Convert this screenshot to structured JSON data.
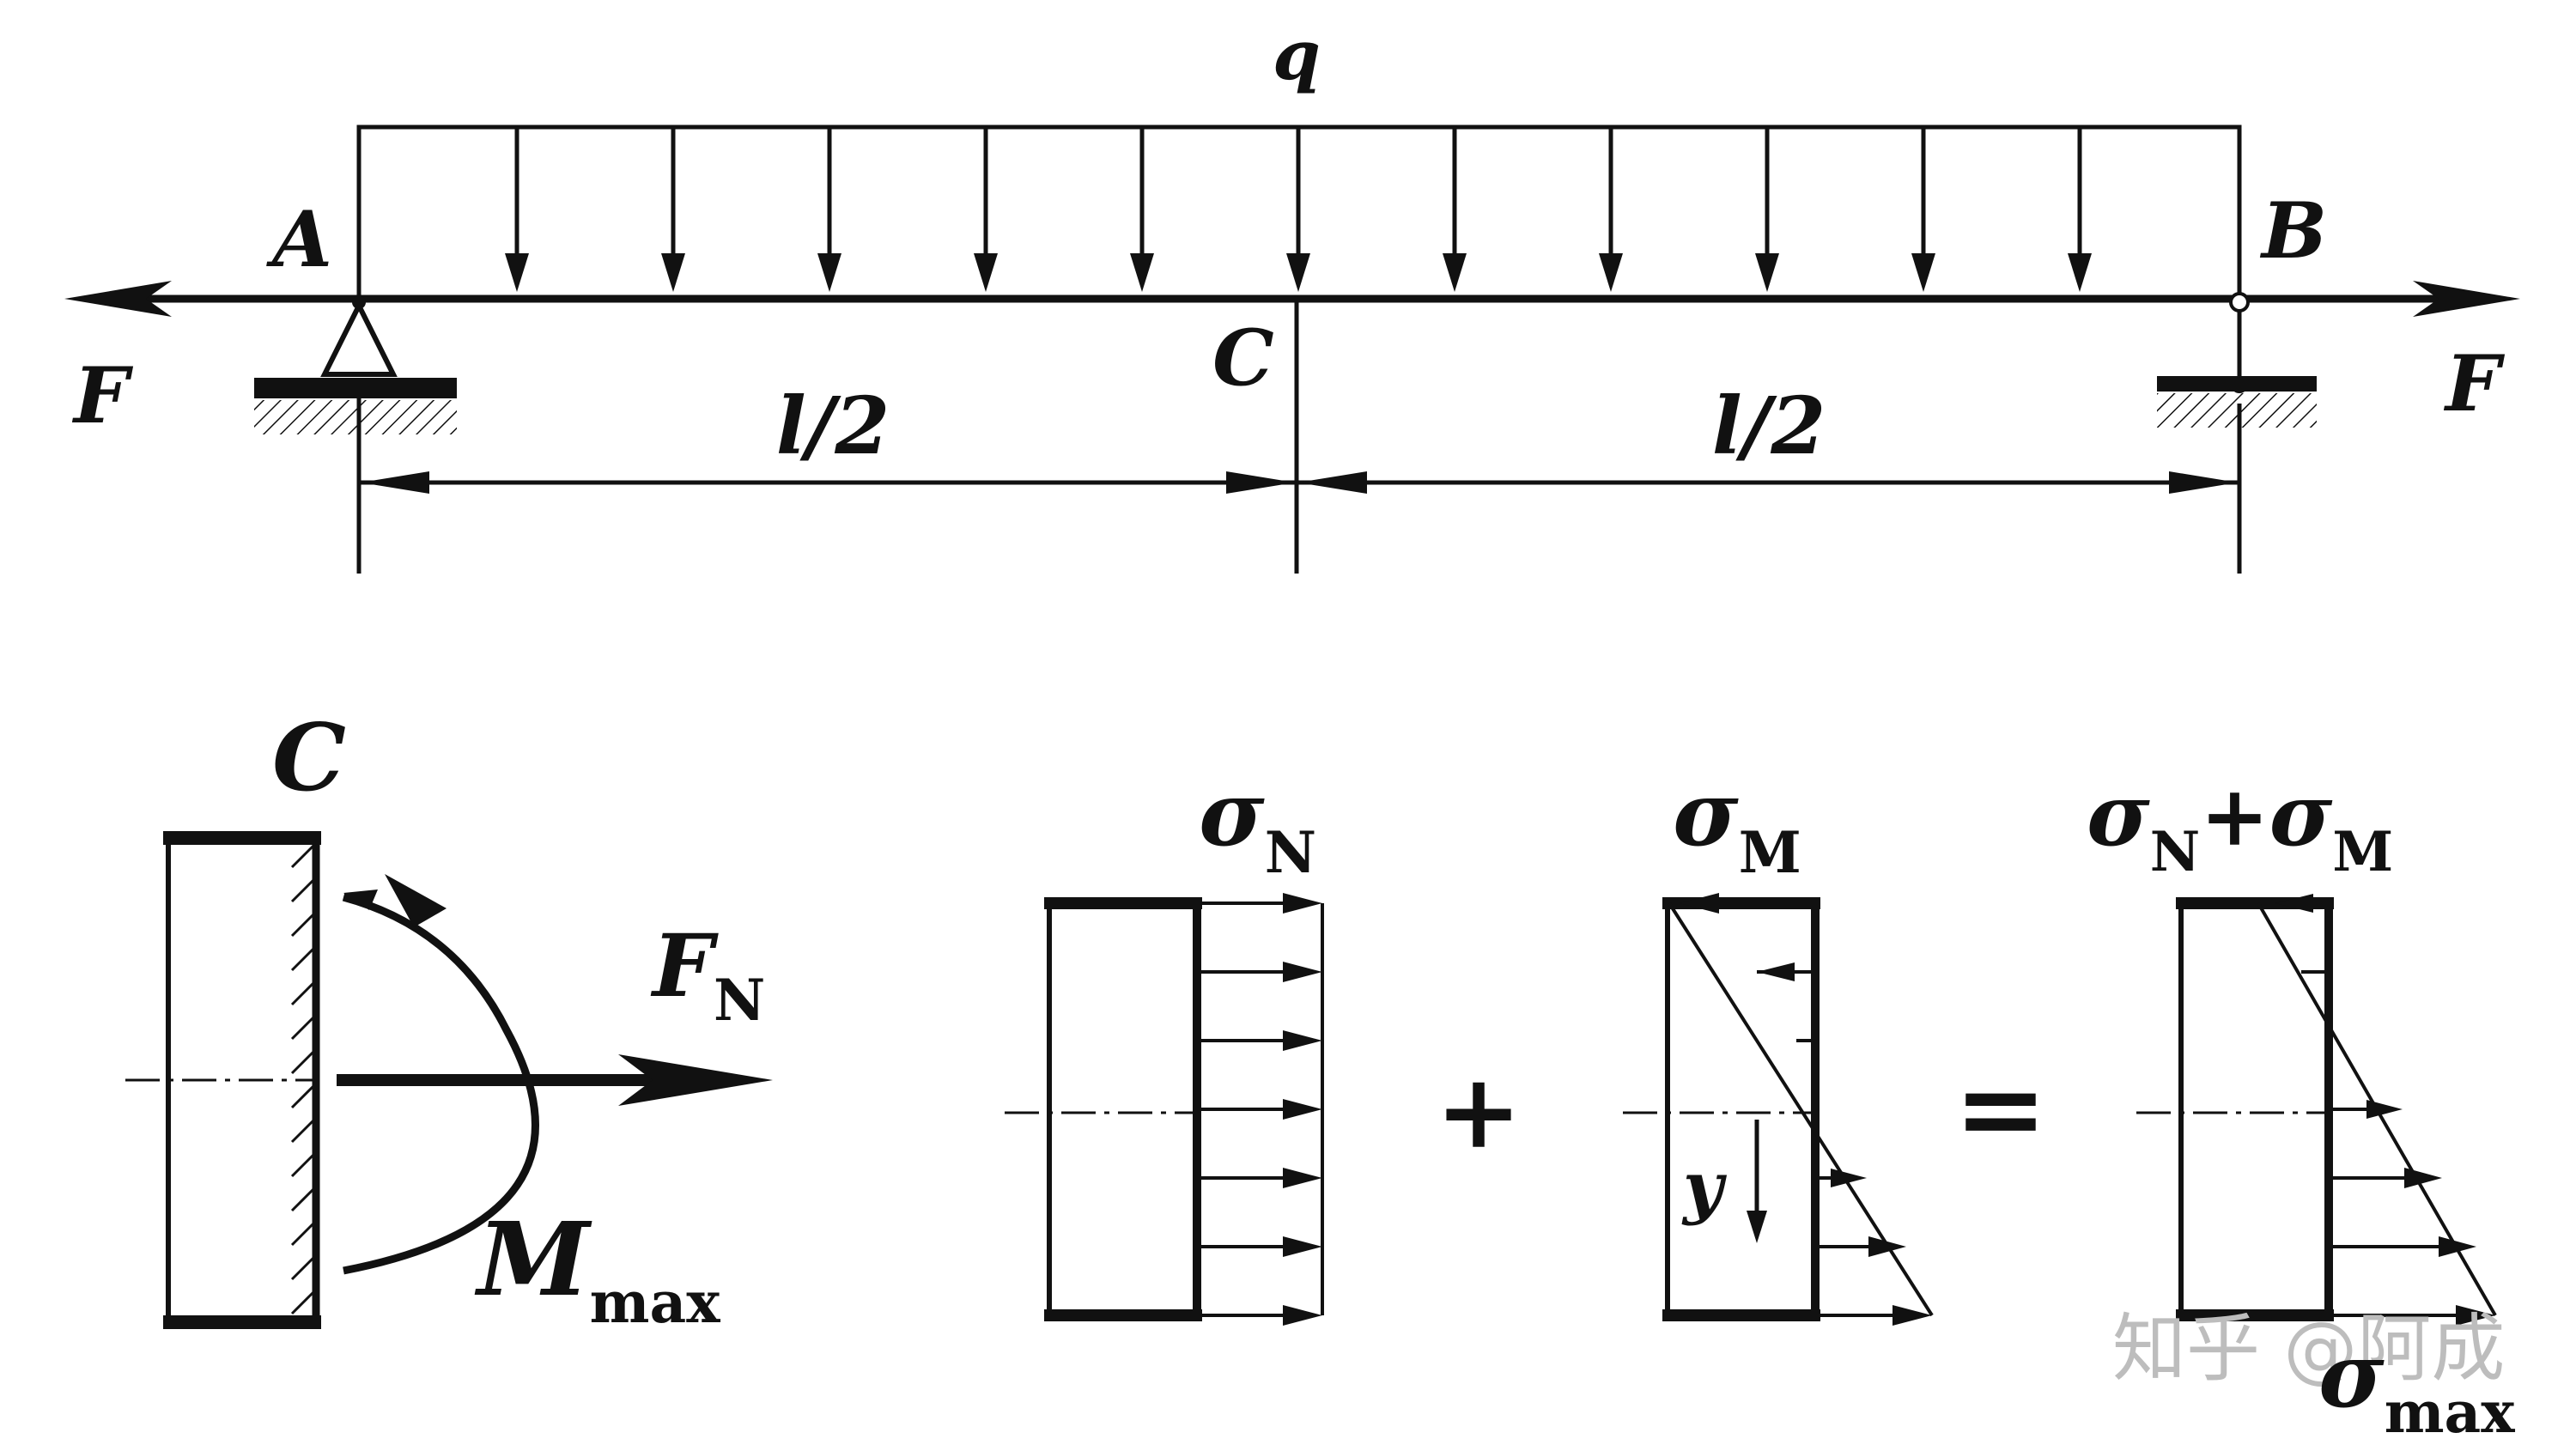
{
  "labels": {
    "load": "q",
    "point_a": "A",
    "point_b": "B",
    "point_c": "C",
    "force_left": "F",
    "force_right": "F",
    "span_left": "l/2",
    "span_right": "l/2",
    "section_label": "C",
    "axial_force": "F",
    "axial_force_sub": "N",
    "moment": "M",
    "moment_sub": "max",
    "sigma_n": "σ",
    "sigma_n_sub": "N",
    "sigma_m": "σ",
    "sigma_m_sub": "M",
    "sum_a": "σ",
    "sum_a_sub": "N",
    "sum_plus": "+",
    "sum_b": "σ",
    "sum_b_sub": "M",
    "plus_op": "+",
    "equals_op": "=",
    "y_coord": "y",
    "sigma_max": "σ",
    "sigma_max_sub": "max"
  },
  "watermark": "知乎 @阿成"
}
